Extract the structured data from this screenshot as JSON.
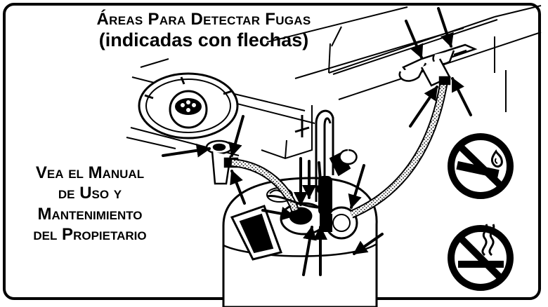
{
  "title": {
    "line1": "Áreas Para Detectar Fugas",
    "line2": "(indicadas con flechas)"
  },
  "note": {
    "lines": [
      "Vea el Manual",
      "de Uso y",
      "Mantenimiento",
      "del Propietario"
    ]
  },
  "icons": [
    "no-open-flame-icon",
    "no-smoking-icon"
  ],
  "colors": {
    "ink": "#000000",
    "paper": "#ffffff"
  }
}
